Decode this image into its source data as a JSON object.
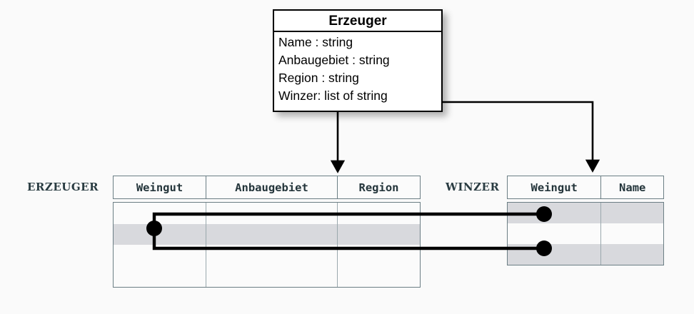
{
  "diagram": {
    "title": "Erzeuger UML class to relational tables mapping",
    "background_color": "#fafafa",
    "shaded_row_color": "#d8d9dd",
    "border_color": "#6b7e84",
    "label_color": "#2a3c42",
    "connector_color": "#000000"
  },
  "uml_class": {
    "name": "Erzeuger",
    "attributes": [
      "Name : string",
      "Anbaugebiet : string",
      "Region : string",
      "Winzer: list of string"
    ]
  },
  "tables": [
    {
      "label": "ERZEUGER",
      "columns": [
        "Weingut",
        "Anbaugebiet",
        "Region"
      ],
      "rows": [
        {
          "cells": [
            "",
            "",
            ""
          ],
          "shaded": false
        },
        {
          "cells": [
            "",
            "",
            ""
          ],
          "shaded": true
        },
        {
          "cells": [
            "",
            "",
            ""
          ],
          "shaded": false
        },
        {
          "cells": [
            "",
            "",
            ""
          ],
          "shaded": false
        }
      ]
    },
    {
      "label": "WINZER",
      "columns": [
        "Weingut",
        "Name"
      ],
      "rows": [
        {
          "cells": [
            "",
            ""
          ],
          "shaded": true
        },
        {
          "cells": [
            "",
            ""
          ],
          "shaded": false
        },
        {
          "cells": [
            "",
            ""
          ],
          "shaded": true
        }
      ]
    }
  ],
  "connectors": [
    {
      "name": "erzeuger-mapping-arrow",
      "from": "Erzeuger class box bottom",
      "to": "ERZEUGER table header",
      "style": "straight arrow down"
    },
    {
      "name": "winzer-mapping-arrow",
      "from": "Winzer: list of string attribute",
      "to": "WINZER table Weingut column header",
      "style": "elbow arrow right then down"
    },
    {
      "name": "row-link-connector",
      "from": "ERZEUGER row 2 Weingut value",
      "to": "WINZER rows 1 and 3 Weingut values",
      "style": "bracket with filled dot endpoints"
    }
  ]
}
